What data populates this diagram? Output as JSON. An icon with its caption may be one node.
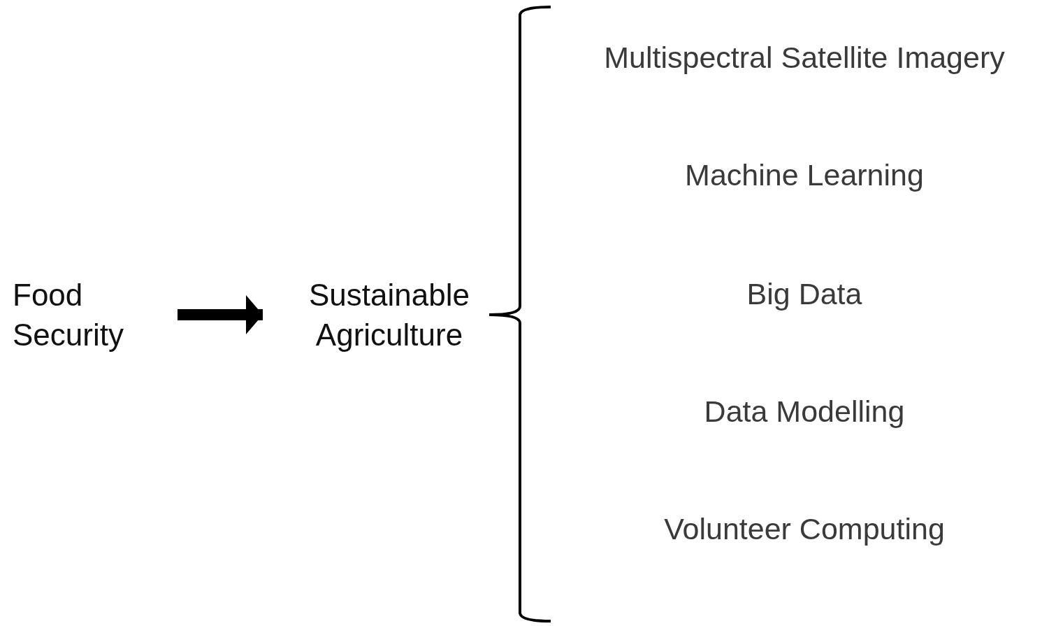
{
  "diagram": {
    "nodes": [
      {
        "text": [
          "Food Security"
        ]
      },
      {
        "text": [
          "Sustainable Agriculture"
        ]
      }
    ],
    "edges": [
      {
        "from": 0,
        "to": 1,
        "arrow": "to"
      }
    ],
    "labels": [
      "Multispectral Satellite Imagery",
      "Machine Learning",
      "Big Data",
      "Data Modelling",
      "Volunteer Computing"
    ]
  }
}
